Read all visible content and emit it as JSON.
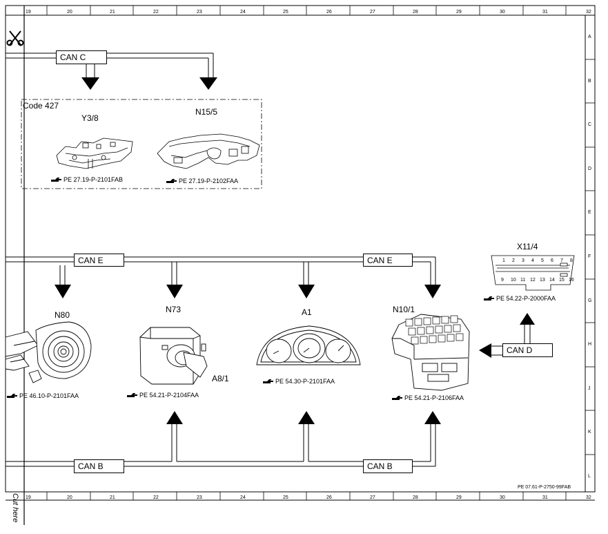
{
  "border": {
    "top_numbers": [
      "19",
      "20",
      "21",
      "22",
      "23",
      "24",
      "25",
      "26",
      "27",
      "28",
      "29",
      "30",
      "31",
      "32"
    ],
    "bottom_numbers": [
      "19",
      "20",
      "21",
      "22",
      "23",
      "24",
      "25",
      "26",
      "27",
      "28",
      "29",
      "30",
      "31",
      "32"
    ],
    "right_letters": [
      "A",
      "B",
      "C",
      "D",
      "E",
      "F",
      "G",
      "H",
      "J",
      "K",
      "L"
    ]
  },
  "cut_label": "Cut here",
  "doc_ref": "PE 07.61-P-2750-99FAB",
  "buses": {
    "can_c": "CAN C",
    "can_e_left": "CAN E",
    "can_e_right": "CAN E",
    "can_b_left": "CAN B",
    "can_b_right": "CAN B",
    "can_d": "CAN D"
  },
  "code_group": "Code 427",
  "components": {
    "y3_8": {
      "label": "Y3/8",
      "ref": "PE 27.19-P-2101FAB"
    },
    "n15_5": {
      "label": "N15/5",
      "ref": "PE 27.19-P-2102FAA"
    },
    "x11_4": {
      "label": "X11/4",
      "ref": "PE 54.22-P-2000FAA",
      "pins_top": [
        "1",
        "2",
        "3",
        "4",
        "5",
        "6",
        "7",
        "8"
      ],
      "pins_bottom": [
        "9",
        "10",
        "11",
        "12",
        "13",
        "14",
        "15",
        "16"
      ]
    },
    "n80": {
      "label": "N80",
      "ref": "PE 46.10-P-2101FAA"
    },
    "n73": {
      "label": "N73",
      "ref": "PE 54.21-P-2104FAA",
      "sub_label": "A8/1"
    },
    "a1": {
      "label": "A1",
      "ref": "PE 54.30-P-2101FAA"
    },
    "n10_1": {
      "label": "N10/1",
      "ref": "PE 54.21-P-2106FAA"
    }
  }
}
